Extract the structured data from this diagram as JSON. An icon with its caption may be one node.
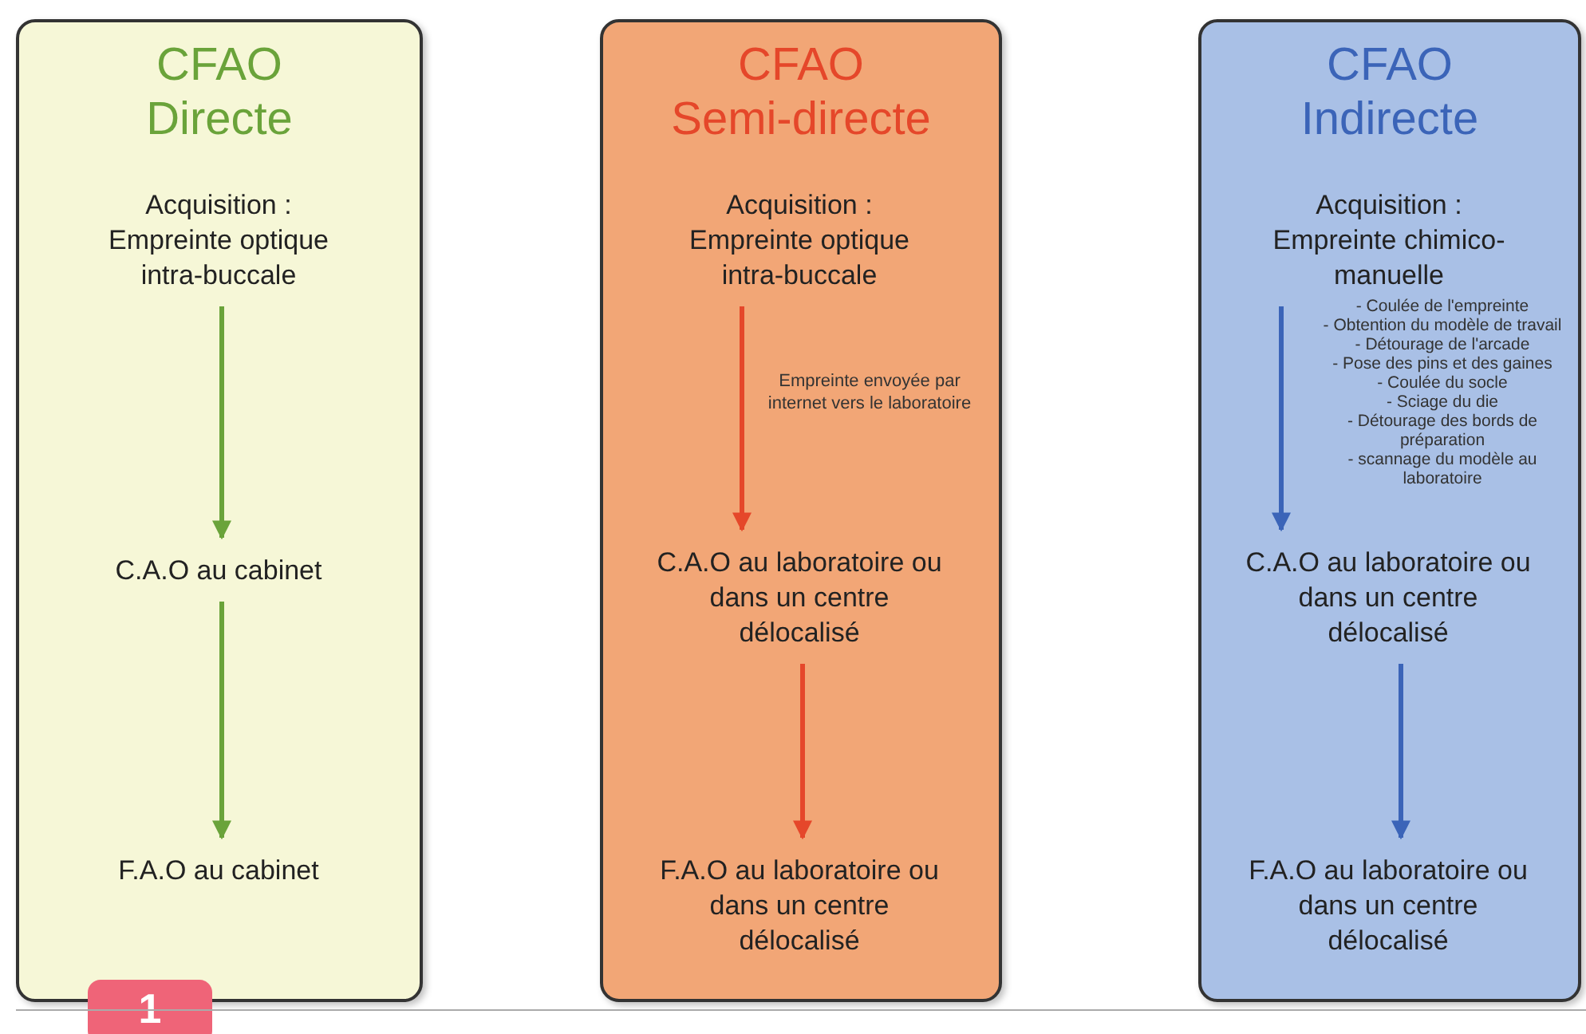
{
  "diagram": {
    "nodes": [
      {
        "text": [
          "CFAO Directe"
        ]
      },
      {
        "text": [
          "Acquisition :",
          "Empreinte optique intra-buccale"
        ],
        "in": 0
      },
      {
        "text": [
          "C.A.O au cabinet"
        ],
        "in": 0
      },
      {
        "text": [
          "F.A.O au cabinet"
        ],
        "in": 0
      },
      {
        "text": [
          "CFAO Semi-directe"
        ]
      },
      {
        "text": [
          "Acquisition :",
          "Empreinte optique intra-buccale"
        ],
        "in": 4
      },
      {
        "text": [
          "C.A.O au laboratoire ou dans un centre délocalisé"
        ],
        "in": 4
      },
      {
        "text": [
          "F.A.O au laboratoire ou dans un centre délocalisé"
        ],
        "in": 4
      },
      {
        "text": [
          "CFAO Indirecte"
        ]
      },
      {
        "text": [
          "Acquisition :",
          "Empreinte chimico-manuelle"
        ],
        "in": 8
      },
      {
        "text": [
          "C.A.O au laboratoire ou dans un centre délocalisé"
        ],
        "in": 8
      },
      {
        "text": [
          "F.A.O au laboratoire ou dans un centre délocalisé"
        ],
        "in": 8
      }
    ],
    "edges": [
      {
        "from": 1,
        "to": 2,
        "arrow": "to",
        "color": "#6aa33a"
      },
      {
        "from": 2,
        "to": 3,
        "arrow": "to",
        "color": "#6aa33a"
      },
      {
        "from": 5,
        "to": 6,
        "arrow": "to",
        "color": "#e5472a",
        "label": "Empreinte envoyée par internet vers le laboratoire"
      },
      {
        "from": 6,
        "to": 7,
        "arrow": "to",
        "color": "#e5472a"
      },
      {
        "from": 9,
        "to": 10,
        "arrow": "to",
        "color": "#3b64b8"
      },
      {
        "from": 10,
        "to": 11,
        "arrow": "to",
        "color": "#3b64b8"
      }
    ],
    "labels": [
      "- Coulée de l'empreinte",
      "- Obtention du modèle de travail",
      "- Détourage de l'arcade",
      "- Pose des pins et des gaines",
      "- Coulée du socle",
      "- Sciage du die",
      "- Détourage des bords de préparation",
      "- scannage du modèle au laboratoire",
      "1"
    ]
  }
}
